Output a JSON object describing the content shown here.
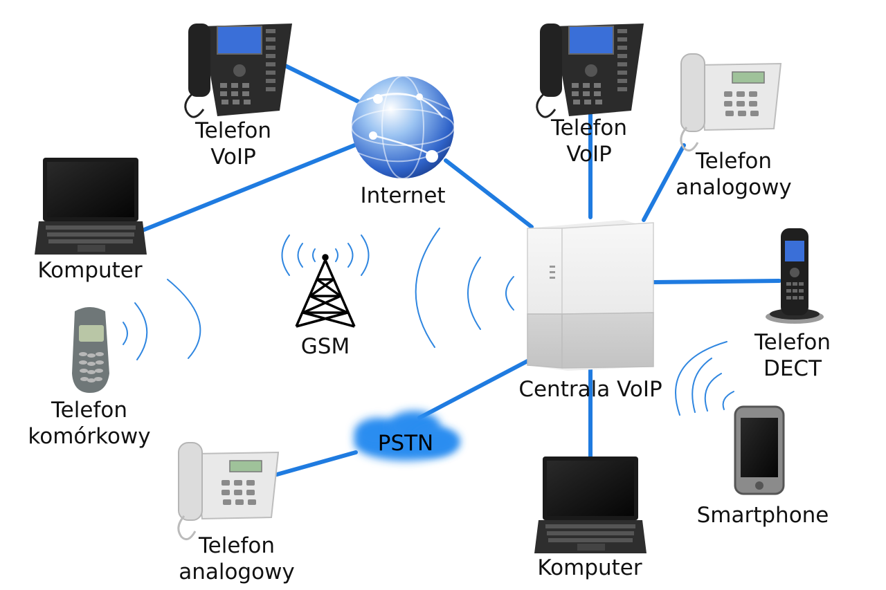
{
  "colors": {
    "link": "#1f7be0",
    "wave": "#2f86e0",
    "cloud": "#2b8df0",
    "device_dark": "#2b2b2b",
    "device_light": "#e9e9e9",
    "screen": "#3a6fd8"
  },
  "nodes": {
    "voip_phone_left": {
      "line1": "Telefon",
      "line2": "VoIP",
      "icon": "desk-voip-phone-icon"
    },
    "internet": {
      "label": "Internet",
      "icon": "globe-icon"
    },
    "voip_phone_right": {
      "line1": "Telefon",
      "line2": "VoIP",
      "icon": "desk-voip-phone-icon"
    },
    "analog_phone_right": {
      "line1": "Telefon",
      "line2": "analogowy",
      "icon": "analog-phone-icon"
    },
    "computer_left": {
      "label": "Komputer",
      "icon": "laptop-icon"
    },
    "gsm": {
      "label": "GSM",
      "icon": "cell-tower-icon"
    },
    "pbx": {
      "label": "Centrala VoIP",
      "icon": "pbx-box-icon"
    },
    "dect_phone": {
      "line1": "Telefon",
      "line2": "DECT",
      "icon": "dect-handset-icon"
    },
    "mobile_phone": {
      "line1": "Telefon",
      "line2": "komórkowy",
      "icon": "mobile-phone-icon"
    },
    "pstn": {
      "label": "PSTN",
      "icon": "cloud-icon"
    },
    "smartphone": {
      "label": "Smartphone",
      "icon": "smartphone-icon"
    },
    "analog_phone_bottom": {
      "line1": "Telefon",
      "line2": "analogowy",
      "icon": "analog-phone-icon"
    },
    "computer_bottom": {
      "label": "Komputer",
      "icon": "laptop-icon"
    }
  }
}
